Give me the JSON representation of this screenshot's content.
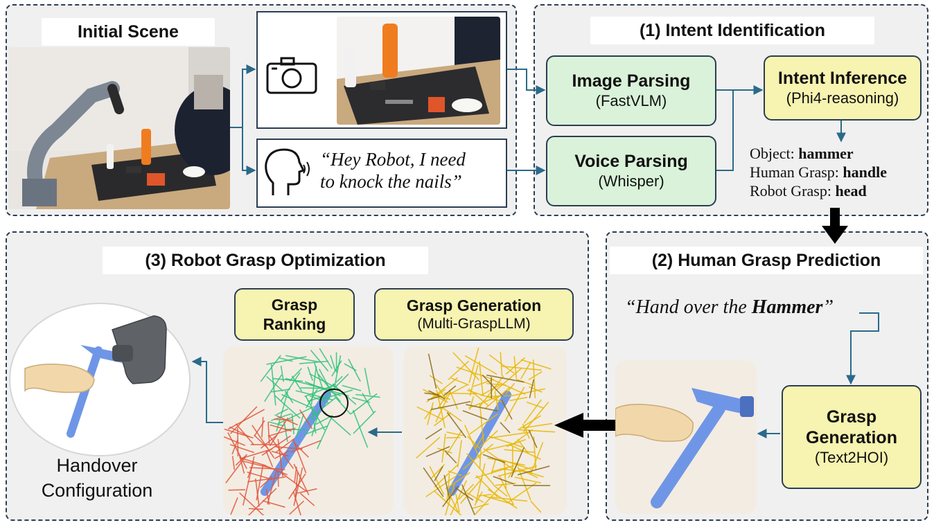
{
  "panels": {
    "initial_scene_title": "Initial Scene",
    "intent_title": "(1) Intent Identification",
    "human_grasp_title": "(2) Human Grasp Prediction",
    "robot_grasp_title": "(3) Robot Grasp Optimization"
  },
  "voice_prompt": {
    "line1": "“Hey Robot, I need",
    "line2": "to knock the nails”"
  },
  "nodes": {
    "image_parsing": {
      "title": "Image Parsing",
      "sub": "(FastVLM)"
    },
    "voice_parsing": {
      "title": "Voice Parsing",
      "sub": "(Whisper)"
    },
    "intent_inference": {
      "title": "Intent Inference",
      "sub": "(Phi4-reasoning)"
    },
    "human_grasp_generation": {
      "title_l1": "Grasp",
      "title_l2": "Generation",
      "sub": "(Text2HOI)"
    },
    "grasp_generation": {
      "title": "Grasp Generation",
      "sub": "(Multi-GraspLLM)"
    },
    "grasp_ranking": {
      "title_l1": "Grasp",
      "title_l2": "Ranking"
    }
  },
  "intent_output": {
    "object_label": "Object: ",
    "object_value": "hammer",
    "human_label": "Human Grasp: ",
    "human_value": "handle",
    "robot_label": "Robot Grasp: ",
    "robot_value": "head"
  },
  "hand_prompt": {
    "pre": "“Hand over the ",
    "bold": "Hammer",
    "post": "”"
  },
  "handover": {
    "line1": "Handover",
    "line2": "Configuration"
  },
  "colors": {
    "green_box": "#d9f2d9",
    "yellow_box": "#f7f3b0",
    "panel_bg": "#f0f0f0",
    "border": "#2b3d52",
    "connector": "#2a6a8a",
    "hammer": "#6f96e6",
    "grasp_green": "#2ec27a",
    "grasp_red": "#e0553c",
    "grasp_yellow": "#e8b800"
  }
}
